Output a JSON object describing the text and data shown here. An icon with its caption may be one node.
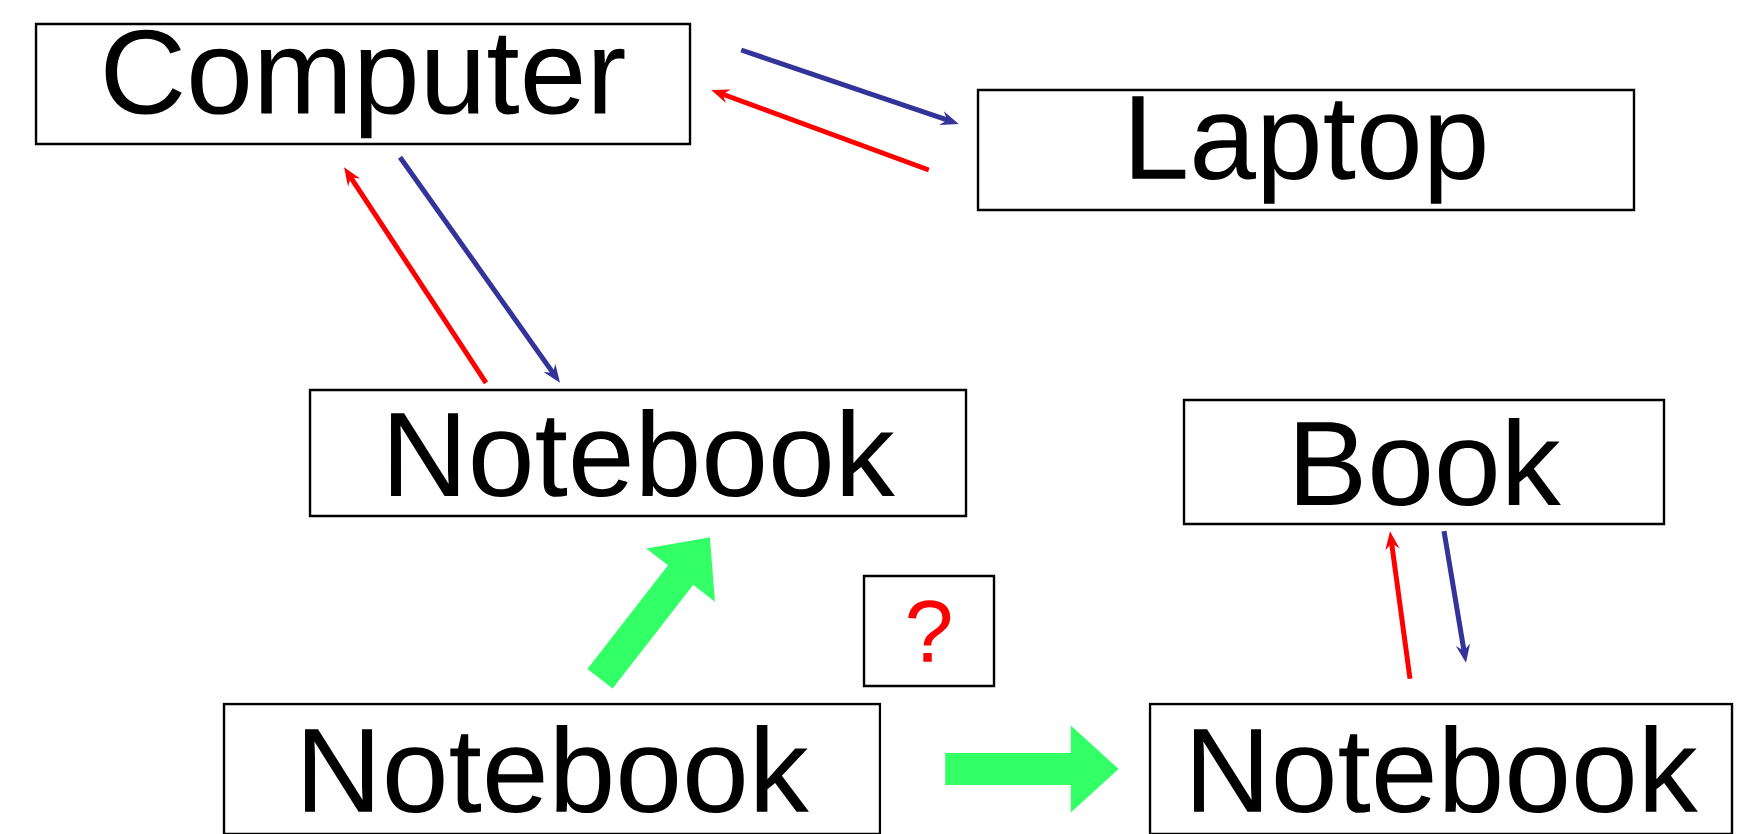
{
  "diagram": {
    "nodes": [
      {
        "text": [
          "Computer"
        ]
      },
      {
        "text": [
          "Laptop"
        ]
      },
      {
        "text": [
          "Notebook"
        ]
      },
      {
        "text": [
          "Book"
        ]
      },
      {
        "text": [
          "Notebook"
        ]
      },
      {
        "text": [
          "?"
        ]
      },
      {
        "text": [
          "Notebook"
        ]
      }
    ],
    "edges": [
      {
        "from": 0,
        "to": 1,
        "arrow": "to",
        "color": "#333399"
      },
      {
        "from": 1,
        "to": 0,
        "arrow": "to",
        "color": "#ff0000"
      },
      {
        "from": 2,
        "to": 0,
        "arrow": "to",
        "color": "#ff0000"
      },
      {
        "from": 0,
        "to": 2,
        "arrow": "to",
        "color": "#333399"
      },
      {
        "from": 4,
        "to": 2,
        "arrow": "to",
        "style": "thick",
        "color": "#33ff66"
      },
      {
        "from": 4,
        "to": 6,
        "arrow": "to",
        "style": "thick",
        "color": "#33ff66"
      },
      {
        "from": 6,
        "to": 3,
        "arrow": "to",
        "color": "#ff0000"
      },
      {
        "from": 3,
        "to": 6,
        "arrow": "to",
        "color": "#333399"
      }
    ]
  }
}
